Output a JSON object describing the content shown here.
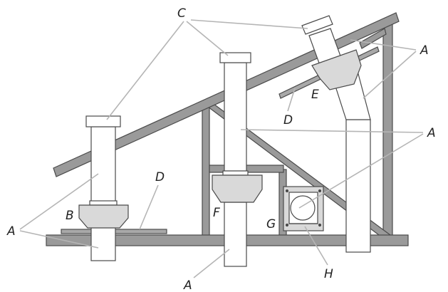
{
  "labels": {
    "a": "A",
    "b": "B",
    "c": "C",
    "d": "D",
    "e": "E",
    "f": "F",
    "g": "G",
    "h": "H"
  },
  "colors": {
    "frame": "#9a9a9a",
    "frame_stroke": "#4a4a4a",
    "pipe": "#ffffff",
    "fitting": "#d9d9d9",
    "leader": "#b5b5b5",
    "text": "#222222"
  }
}
